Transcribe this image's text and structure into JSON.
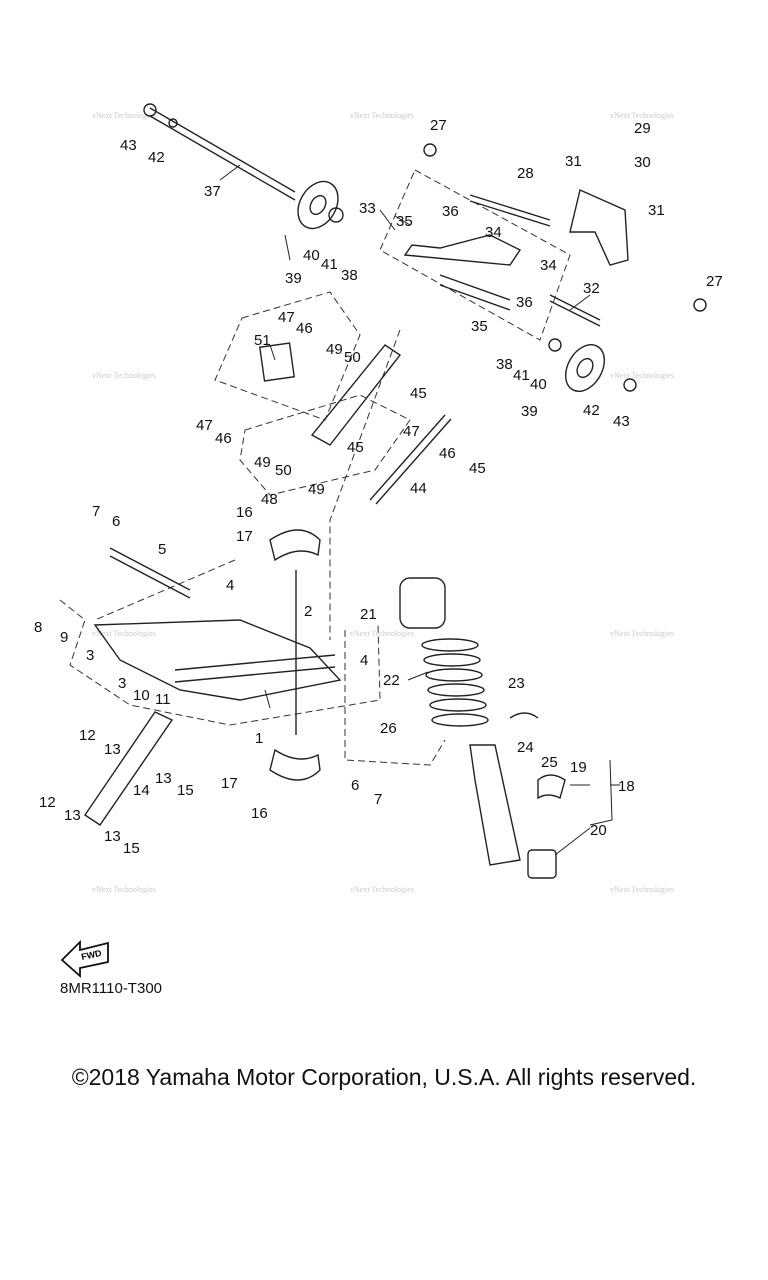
{
  "callouts": [
    "1",
    "2",
    "3",
    "3",
    "4",
    "4",
    "5",
    "6",
    "6",
    "7",
    "7",
    "8",
    "9",
    "10",
    "11",
    "12",
    "12",
    "13",
    "13",
    "13",
    "13",
    "14",
    "15",
    "15",
    "16",
    "16",
    "17",
    "17",
    "18",
    "19",
    "20",
    "21",
    "22",
    "23",
    "24",
    "25",
    "26",
    "27",
    "27",
    "28",
    "29",
    "30",
    "31",
    "31",
    "32",
    "33",
    "34",
    "34",
    "35",
    "35",
    "36",
    "36",
    "37",
    "38",
    "38",
    "39",
    "39",
    "40",
    "40",
    "41",
    "41",
    "42",
    "42",
    "43",
    "43",
    "44",
    "45",
    "45",
    "45",
    "46",
    "46",
    "46",
    "47",
    "47",
    "47",
    "48",
    "49",
    "49",
    "49",
    "50",
    "50",
    "51"
  ],
  "watermark_lines": [
    "vNext Technologies",
    "Technologies"
  ],
  "illustration_code": "8MR1110-T300",
  "fwd_label": "FWD",
  "copyright": "©2018 Yamaha Motor Corporation, U.S.A. All rights reserved."
}
